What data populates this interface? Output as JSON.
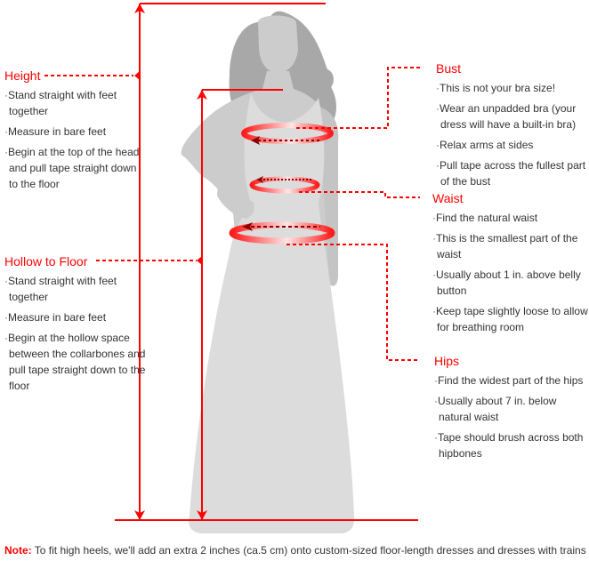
{
  "colors": {
    "accent": "#ff0000",
    "dark_arrow": "#8b0000",
    "figure_hair": "#a8a8a8",
    "figure_skin": "#cccccc",
    "dress": "#dcdcdc",
    "text": "#333333"
  },
  "sections": {
    "height": {
      "title": "Height",
      "bullets": [
        "Stand straight with feet together",
        "Measure in bare feet",
        "Begin at the top of the head and pull tape straight down to the floor"
      ]
    },
    "hollow_to_floor": {
      "title": "Hollow to Floor",
      "bullets": [
        "Stand straight with feet together",
        "Measure in bare feet",
        "Begin at the hollow space between the collarbones and pull tape straight down to the floor"
      ]
    },
    "bust": {
      "title": "Bust",
      "bullets": [
        "This is not your bra size!",
        "Wear an unpadded bra (your dress will have a built-in bra)",
        "Relax arms at sides",
        "Pull tape across the fullest part of the bust"
      ]
    },
    "waist": {
      "title": "Waist",
      "bullets": [
        "Find the natural waist",
        "This is the smallest part of the waist",
        "Usually about 1 in. above belly button",
        "Keep tape slightly loose to allow for breathing room"
      ]
    },
    "hips": {
      "title": "Hips",
      "bullets": [
        "Find the widest part of the hips",
        "Usually about 7 in. below natural waist",
        "Tape should brush across both hipbones"
      ]
    }
  },
  "note": {
    "label": "Note:",
    "text": " To fit high heels, we'll add an extra 2 inches (ca.5 cm) onto custom-sized floor-length dresses and dresses with trains"
  }
}
